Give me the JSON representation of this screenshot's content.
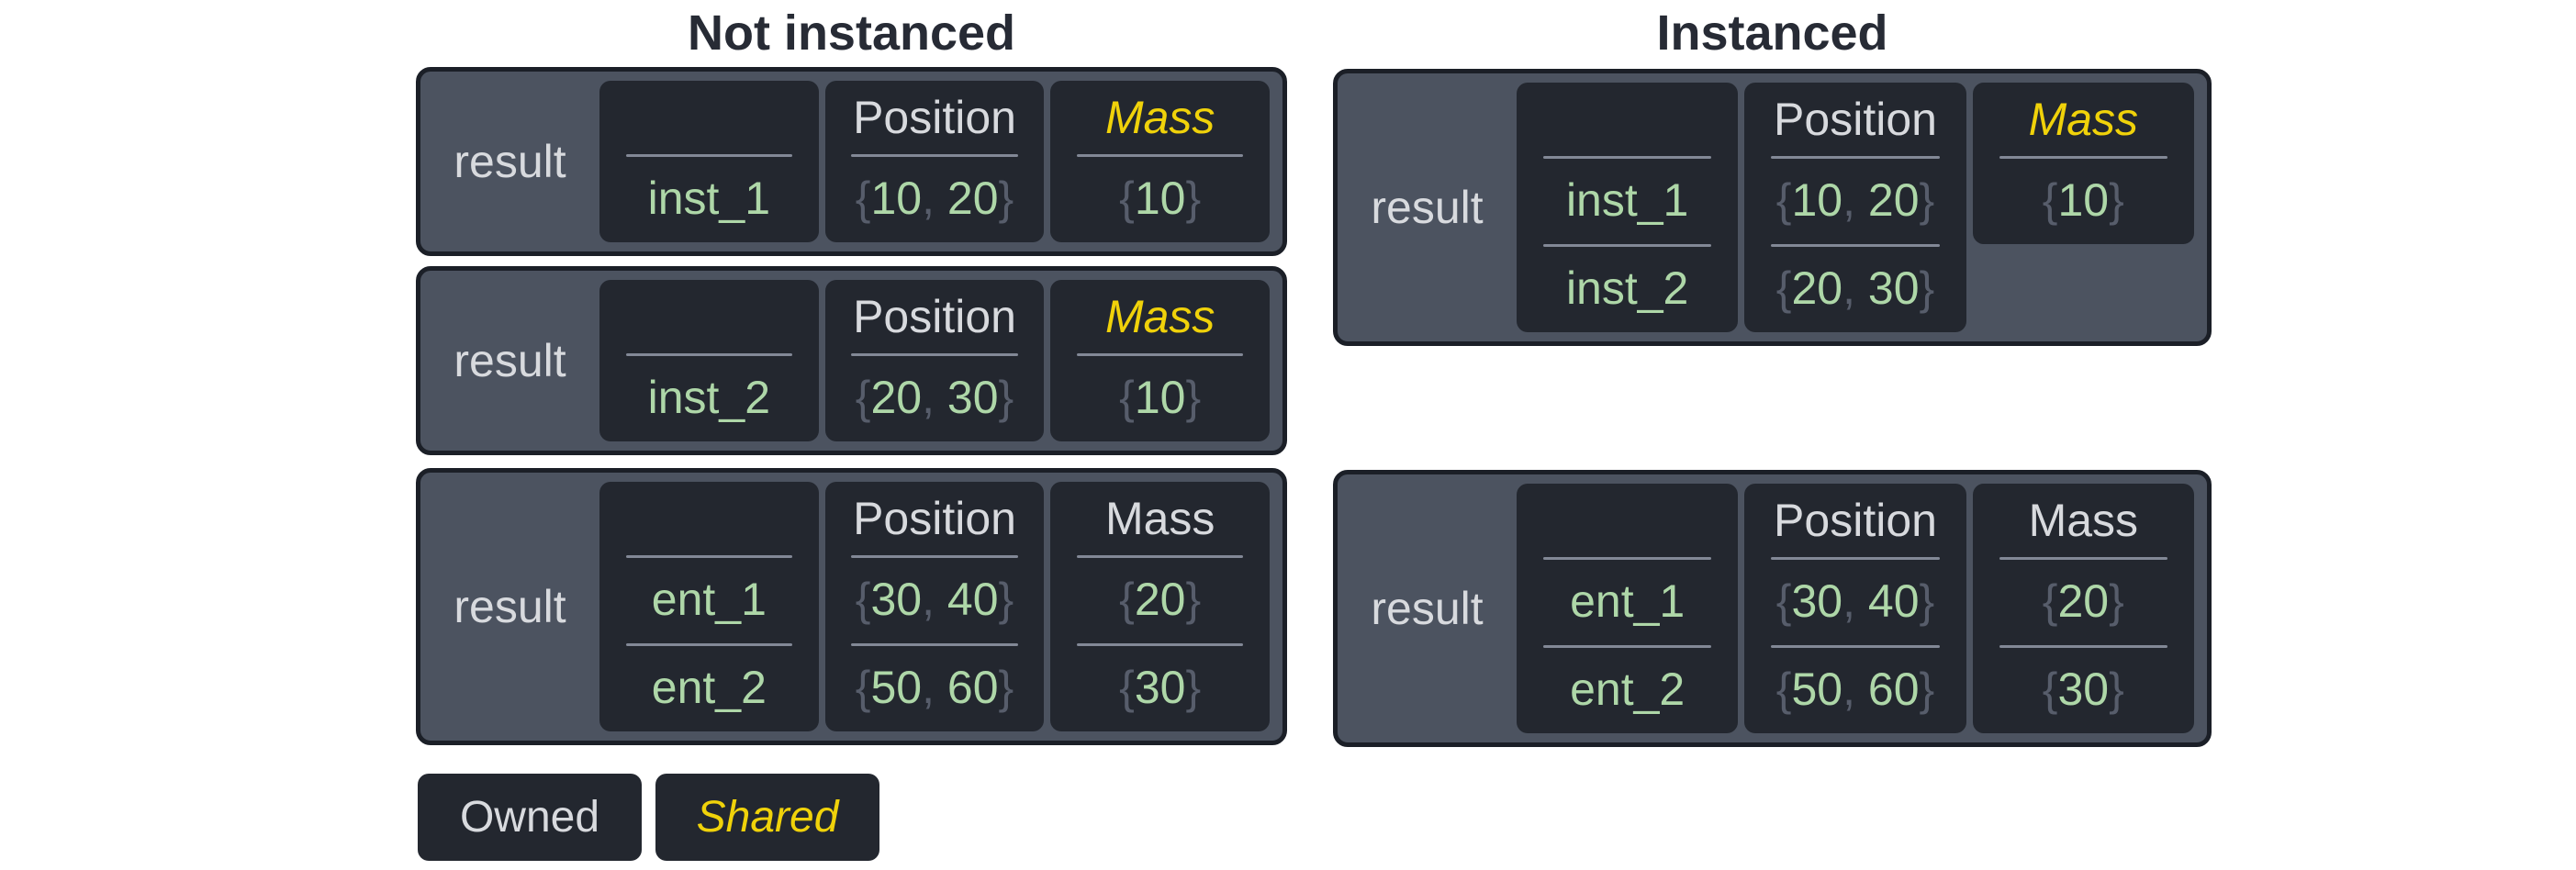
{
  "glyphs": {
    "brace_open": "{",
    "brace_close": "}",
    "comma_sep": ", "
  },
  "legend": {
    "owned_label": "Owned",
    "shared_label": "Shared"
  },
  "colors": {
    "panel_slate": "#4c5360",
    "cell_dark": "#23272f",
    "border_dark": "#1b1f27",
    "text_light": "#d8dade",
    "value_green": "#aed7a8",
    "punct_gray": "#575d6b",
    "shared_yellow": "#f0d20a",
    "title_dark": "#272b35"
  },
  "sections": [
    {
      "title": "Not instanced",
      "tables": [
        {
          "row_label": "result",
          "columns": [
            {
              "header": "",
              "shared": false,
              "rows": [
                "inst_1"
              ]
            },
            {
              "header": "Position",
              "shared": false,
              "rows": [
                [
                  "10",
                  "20"
                ]
              ]
            },
            {
              "header": "Mass",
              "shared": true,
              "rows": [
                [
                  "10"
                ]
              ]
            }
          ]
        },
        {
          "row_label": "result",
          "columns": [
            {
              "header": "",
              "shared": false,
              "rows": [
                "inst_2"
              ]
            },
            {
              "header": "Position",
              "shared": false,
              "rows": [
                [
                  "20",
                  "30"
                ]
              ]
            },
            {
              "header": "Mass",
              "shared": true,
              "rows": [
                [
                  "10"
                ]
              ]
            }
          ]
        },
        {
          "row_label": "result",
          "columns": [
            {
              "header": "",
              "shared": false,
              "rows": [
                "ent_1",
                "ent_2"
              ]
            },
            {
              "header": "Position",
              "shared": false,
              "rows": [
                [
                  "30",
                  "40"
                ],
                [
                  "50",
                  "60"
                ]
              ]
            },
            {
              "header": "Mass",
              "shared": false,
              "rows": [
                [
                  "20"
                ],
                [
                  "30"
                ]
              ]
            }
          ]
        }
      ]
    },
    {
      "title": "Instanced",
      "tables": [
        {
          "row_label": "result",
          "columns": [
            {
              "header": "",
              "shared": false,
              "rows": [
                "inst_1",
                "inst_2"
              ]
            },
            {
              "header": "Position",
              "shared": false,
              "rows": [
                [
                  "10",
                  "20"
                ],
                [
                  "20",
                  "30"
                ]
              ]
            },
            {
              "header": "Mass",
              "shared": true,
              "short": true,
              "rows": [
                [
                  "10"
                ]
              ]
            }
          ]
        },
        {
          "row_label": "result",
          "columns": [
            {
              "header": "",
              "shared": false,
              "rows": [
                "ent_1",
                "ent_2"
              ]
            },
            {
              "header": "Position",
              "shared": false,
              "rows": [
                [
                  "30",
                  "40"
                ],
                [
                  "50",
                  "60"
                ]
              ]
            },
            {
              "header": "Mass",
              "shared": false,
              "rows": [
                [
                  "20"
                ],
                [
                  "30"
                ]
              ]
            }
          ]
        }
      ]
    }
  ]
}
